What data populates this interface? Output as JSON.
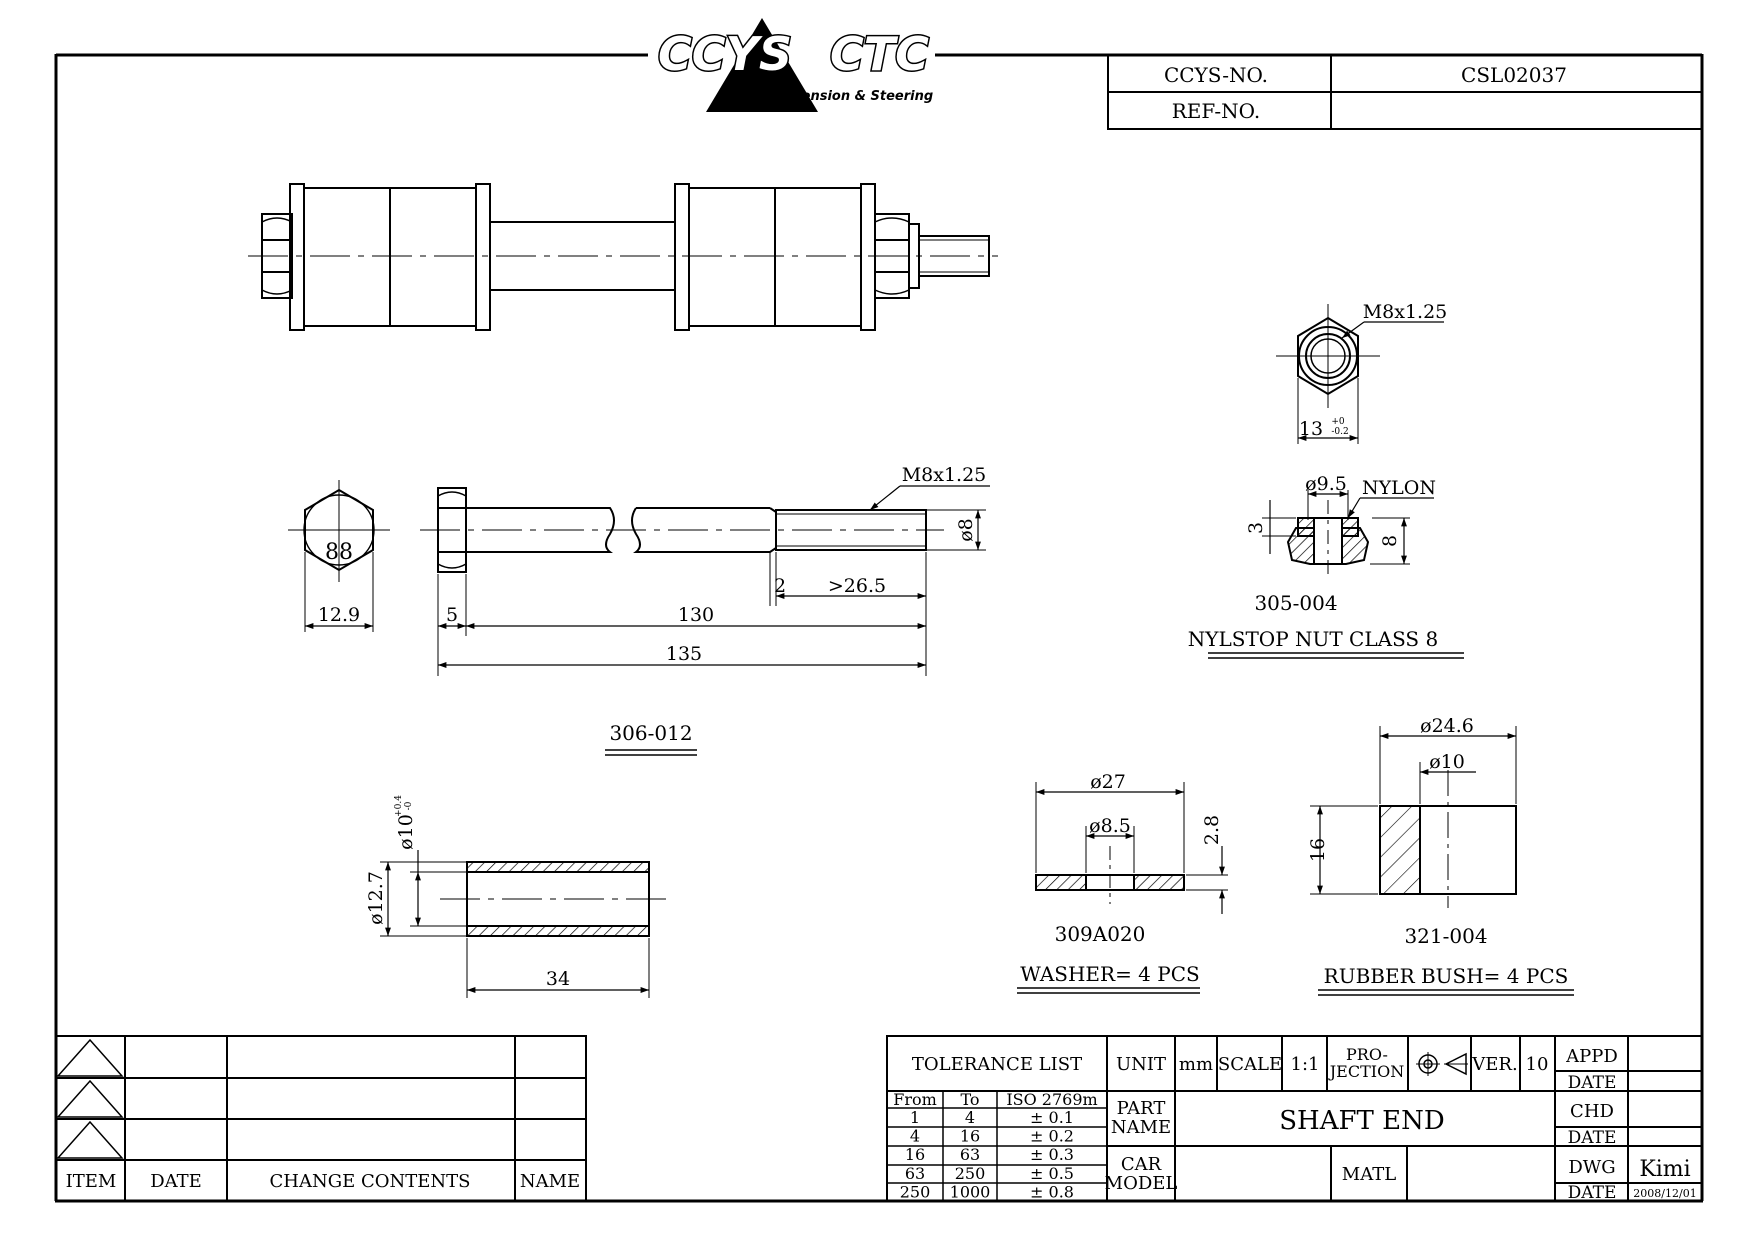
{
  "logo": {
    "brand_left": "CCYS",
    "brand_right": "CTC",
    "tagline": "Suspension & Steering"
  },
  "header": {
    "ccys_no_label": "CCYS-NO.",
    "ccys_no_value": "CSL02037",
    "ref_no_label": "REF-NO.",
    "ref_no_value": ""
  },
  "parts": {
    "bolt": {
      "part_no": "306-012",
      "thread": "M8x1.25",
      "hex_label": "88",
      "dims": {
        "hex_width": "12.9",
        "head": "5",
        "shank": "130",
        "overall": "135",
        "gap": "2",
        "thread_len": ">26.5",
        "dia": "ø8"
      }
    },
    "nut": {
      "part_no": "305-004",
      "title": "NYLSTOP  NUT  CLASS  8",
      "thread": "M8x1.25",
      "width": "13",
      "width_tol_upper": "+0",
      "width_tol_lower": "-0.2",
      "insert_dia": "ø9.5",
      "insert_label": "NYLON",
      "insert_height": "3",
      "height": "8"
    },
    "sleeve": {
      "bore": "ø10",
      "bore_tol_upper": "+0.4",
      "bore_tol_lower": "-0",
      "outer_dia": "ø12.7",
      "length": "34"
    },
    "washer": {
      "part_no": "309A020",
      "title": "WASHER=  4  PCS",
      "outer": "ø27",
      "inner": "ø8.5",
      "thickness": "2.8"
    },
    "bush": {
      "part_no": "321-004",
      "title": "RUBBER  BUSH=  4  PCS",
      "outer": "ø24.6",
      "inner": "ø10",
      "length": "16"
    }
  },
  "revision_table": {
    "headers": [
      "ITEM",
      "DATE",
      "CHANGE  CONTENTS",
      "NAME"
    ]
  },
  "title_block": {
    "tolerance_title": "TOLERANCE  LIST",
    "tolerance_headers": [
      "From",
      "To",
      "ISO  2769m"
    ],
    "tolerance_rows": [
      [
        "1",
        "4",
        "±  0.1"
      ],
      [
        "4",
        "16",
        "±  0.2"
      ],
      [
        "16",
        "63",
        "±  0.3"
      ],
      [
        "63",
        "250",
        "±  0.5"
      ],
      [
        "250",
        "1000",
        "±  0.8"
      ]
    ],
    "unit_label": "UNIT",
    "unit_value": "mm",
    "scale_label": "SCALE",
    "scale_value": "1:1",
    "projection_label_1": "PRO-",
    "projection_label_2": "JECTION",
    "ver_label": "VER.",
    "ver_value": "10",
    "part_name_label_1": "PART",
    "part_name_label_2": "NAME",
    "part_name": "SHAFT   END",
    "car_model_label_1": "CAR",
    "car_model_label_2": "MODEL",
    "car_model": "",
    "matl_label": "MATL",
    "matl_value": "",
    "appd_label": "APPD",
    "date_label": "DATE",
    "chd_label": "CHD",
    "dwg_label": "DWG",
    "dwg_name": "Kimi",
    "dwg_date": "2008/12/01"
  }
}
